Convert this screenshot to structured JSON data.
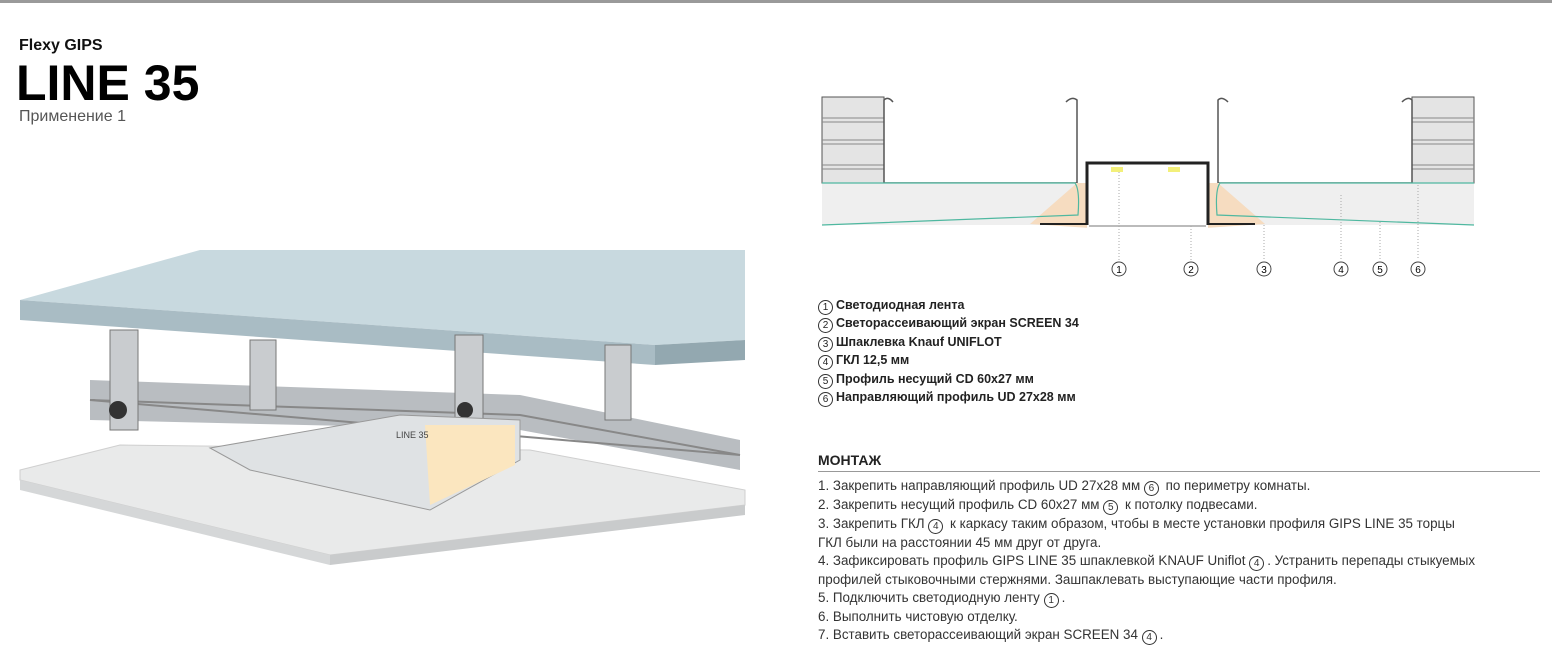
{
  "header": {
    "brand": "Flexy GIPS",
    "title": "LINE 35",
    "subtitle": "Применение 1"
  },
  "illustration": {
    "profile_label": "LINE 35"
  },
  "section_callouts": [
    "1",
    "2",
    "3",
    "4",
    "5",
    "6"
  ],
  "legend": [
    {
      "n": "1",
      "text": "Светодиодная лента"
    },
    {
      "n": "2",
      "text": "Светорассеивающий экран SCREEN 34"
    },
    {
      "n": "3",
      "text": "Шпаклевка Knauf UNIFLOT"
    },
    {
      "n": "4",
      "text": "ГКЛ 12,5 мм"
    },
    {
      "n": "5",
      "text": "Профиль несущий CD 60x27 мм"
    },
    {
      "n": "6",
      "text": "Направляющий профиль UD 27x28 мм"
    }
  ],
  "mounting": {
    "heading": "МОНТАЖ",
    "steps": [
      {
        "a": "1. Закрепить направляющий профиль UD 27x28 мм ",
        "n": "6",
        "b": " по периметру комнаты."
      },
      {
        "a": "2. Закрепить несущий профиль CD 60x27 мм ",
        "n": "5",
        "b": " к потолку подвесами."
      },
      {
        "a": "3. Закрепить ГКЛ ",
        "n": "4",
        "b": " к каркасу таким образом, чтобы в месте установки профиля GIPS LINE 35 торцы"
      },
      {
        "a": "ГКЛ были на расстоянии 45 мм друг от друга.",
        "n": null,
        "b": ""
      },
      {
        "a": "4. Зафиксировать профиль GIPS LINE 35 шпаклевкой KNAUF Uniflot ",
        "n": "4",
        "b": ". Устранить перепады стыкуемых"
      },
      {
        "a": "профилей стыковочными стержнями. Зашпаклевать выступающие части профиля.",
        "n": null,
        "b": ""
      },
      {
        "a": "5. Подключить светодиодную ленту ",
        "n": "1",
        "b": "."
      },
      {
        "a": "6. Выполнить чистовую отделку.",
        "n": null,
        "b": ""
      },
      {
        "a": "7. Вставить светорассеивающий экран SCREEN 34 ",
        "n": "4",
        "b": "."
      }
    ]
  },
  "colors": {
    "putty": "#f6dcc0",
    "board_edge": "#4fb8a0",
    "led": "#f3f07a"
  }
}
